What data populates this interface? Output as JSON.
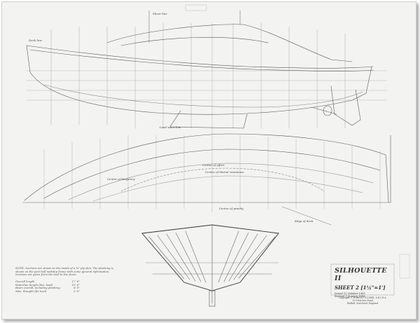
{
  "annotations": {
    "sheer_line": "Sheer line",
    "deck_line": "Deck line",
    "load_waterline": "Load waterline",
    "centre_of_effort": "Centre of effort",
    "centre_of_lateral_resistance": "Centre of lateral resistance",
    "centre_of_buoyancy": "Centre of buoyancy",
    "centre_of_gravity": "Centre of gravity",
    "edge_of_deck": "Edge of deck"
  },
  "note": {
    "text": "NOTE: Sections are shown to the inside of a ¾\" ply skin. The planking is shown on the port half midship frame with some general information. Sections are given from the keel to the sheer."
  },
  "dimensions": [
    {
      "label": "Overall length",
      "value": "17' 6\""
    },
    {
      "label": "Waterline length (des. load)",
      "value": "15' 6\""
    },
    {
      "label": "Beam overall, including planking",
      "value": "6' 0\""
    },
    {
      "label": "Max. draught (fin keel)",
      "value": "3' 0\""
    }
  ],
  "title_block": {
    "title": "SILHOUETTE II",
    "sheet": "SHEET 2 [1½\"=1']",
    "issued": "Issued 12 October 1955",
    "revised": "Revised 1 January 1956",
    "credit_lines": [
      "Copyright © ROBERT TUCKER, A.R.I.N.A.",
      "10 Frenches Road",
      "Redhill, Southend, England"
    ]
  }
}
